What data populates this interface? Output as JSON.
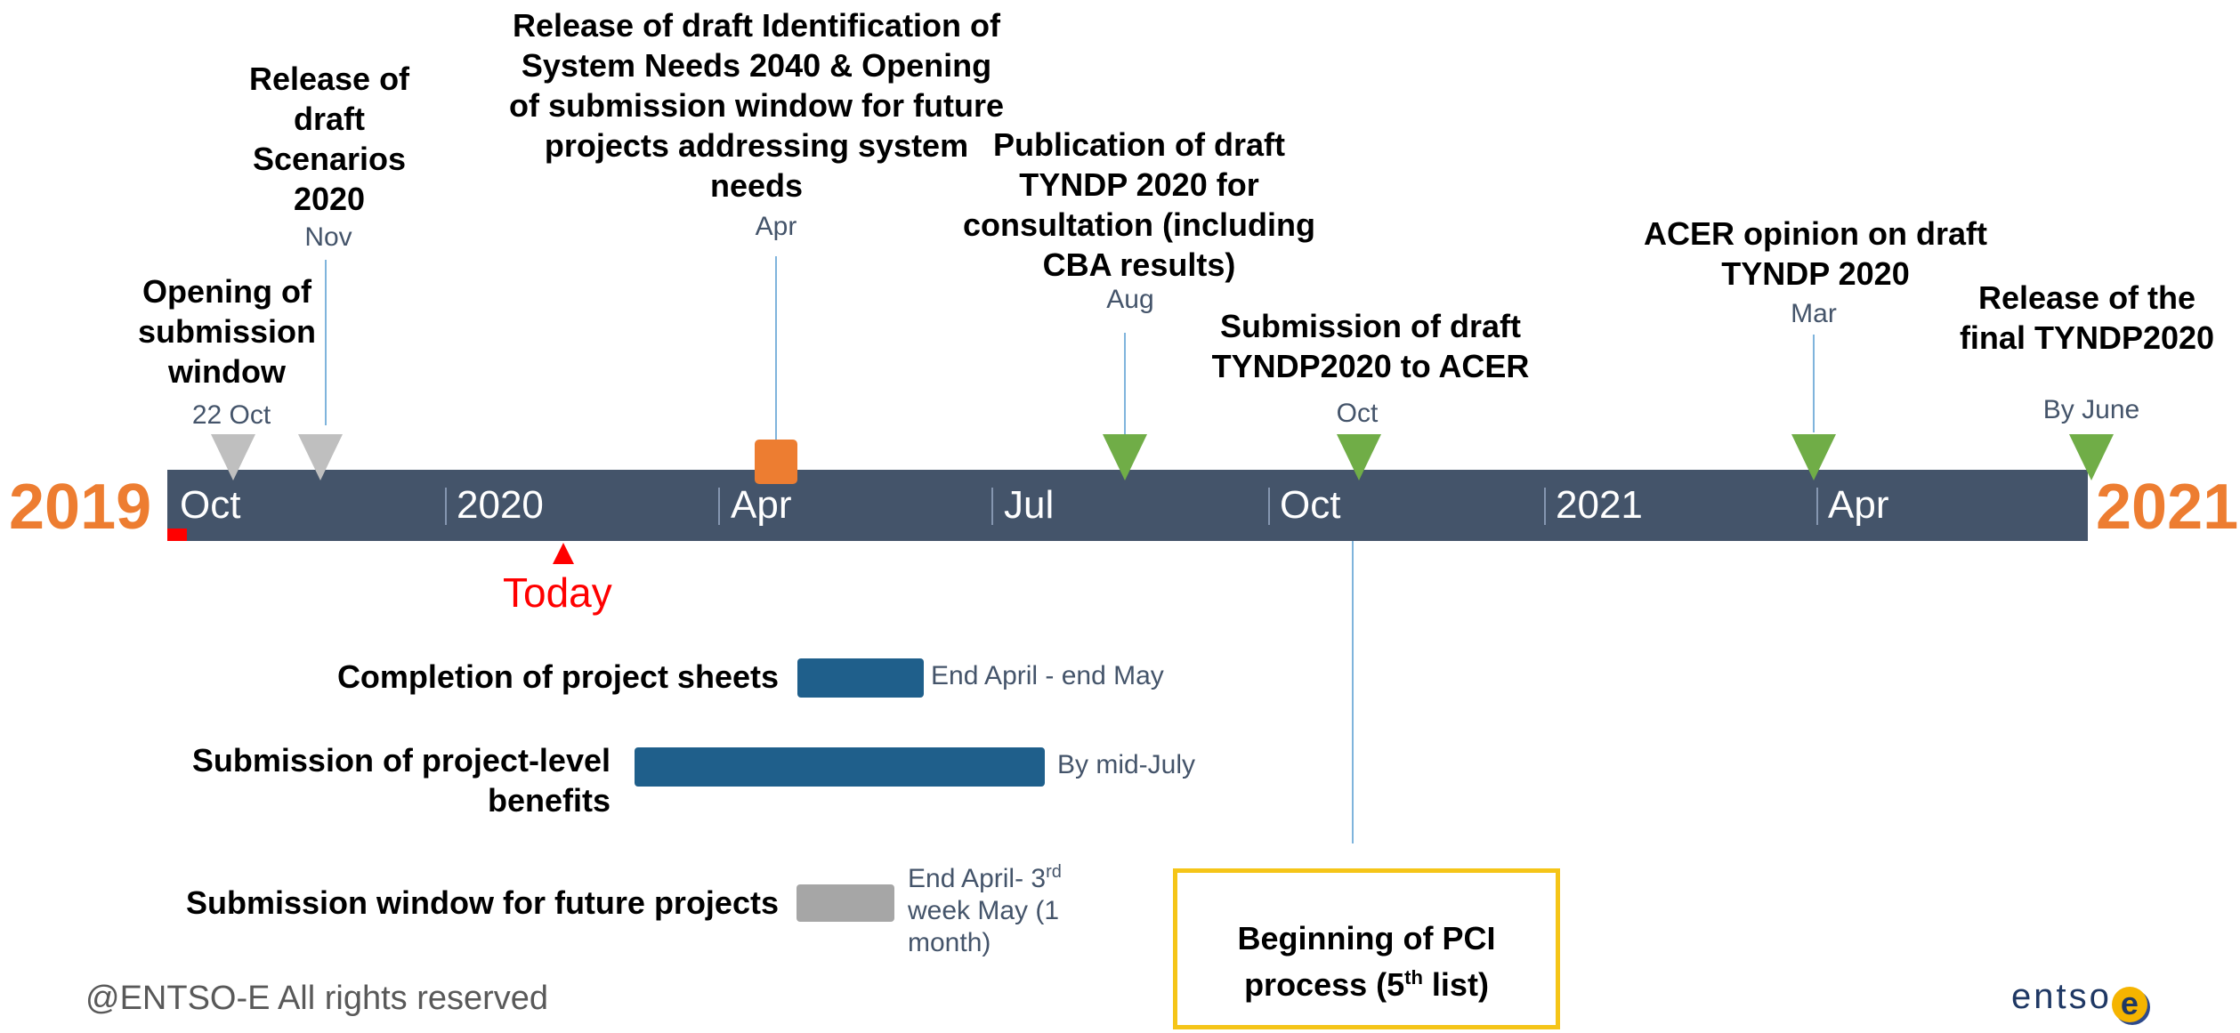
{
  "colors": {
    "bar": "#44546a",
    "year": "#ed7d31",
    "today": "#ff0000",
    "green_milestone": "#70ad47",
    "gray_milestone": "#bfbfbf",
    "orange_milestone": "#ed7d31",
    "blue_task": "#1f5f8b",
    "gray_task": "#a6a6a6",
    "pci_border": "#f5c518"
  },
  "years": {
    "start": "2019",
    "end": "2021"
  },
  "ticks": [
    "Oct",
    "2020",
    "Apr",
    "Jul",
    "Oct",
    "2021",
    "Apr"
  ],
  "today_label": "Today",
  "milestones": [
    {
      "title": "Opening of submission window",
      "date": "22 Oct",
      "color": "gray"
    },
    {
      "title": "Release of draft Scenarios 2020",
      "date": "Nov",
      "color": "gray"
    },
    {
      "title": "Release of draft Identification of System Needs 2040 & Opening of submission window for future projects addressing system needs",
      "date": "Apr",
      "color": "orange"
    },
    {
      "title": "Publication of draft TYNDP 2020 for consultation (including CBA results)",
      "date": "Aug",
      "color": "green"
    },
    {
      "title": "Submission of draft TYNDP2020 to ACER",
      "date": "Oct",
      "color": "green"
    },
    {
      "title": "ACER opinion on draft TYNDP 2020",
      "date": "Mar",
      "color": "green"
    },
    {
      "title": "Release of the final TYNDP2020",
      "date": "By June",
      "color": "green"
    }
  ],
  "tasks": [
    {
      "label": "Completion of project sheets",
      "note": "End April - end May"
    },
    {
      "label": "Submission of project-level benefits",
      "note": "By mid-July"
    },
    {
      "label": "Submission window for future projects",
      "note_line1": "End April- 3",
      "note_sup": "rd",
      "note_line2": "week May (1 month)"
    }
  ],
  "pci": {
    "line1": "Beginning of PCI",
    "line2_pre": "process (5",
    "line2_sup": "th",
    "line2_post": " list)"
  },
  "footer": {
    "copyright": "@ENTSO-E All rights reserved",
    "logo_text": "entso",
    "logo_mark": "e"
  }
}
